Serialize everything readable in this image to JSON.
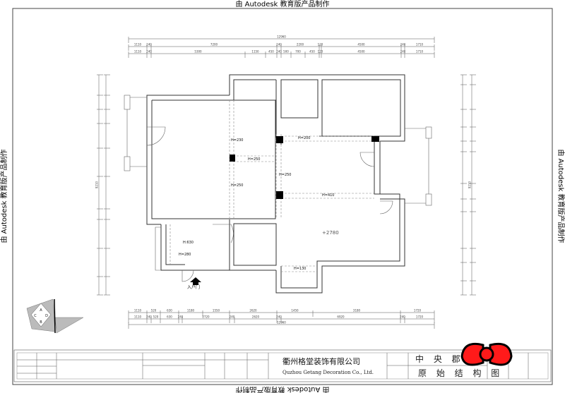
{
  "watermark": {
    "text": "由 Autodesk 教育版产品制作"
  },
  "dimensions": {
    "top_total": "12960",
    "top_row1": [
      "1110",
      "240",
      "7200",
      "240",
      "2200",
      "120",
      "4500",
      "240",
      "1710"
    ],
    "top_row2": [
      "1110",
      "240",
      "5300",
      "1150",
      "450",
      "240",
      "500",
      "700",
      "450",
      "120",
      "4500",
      "240",
      "1710"
    ],
    "bottom_row1": [
      "1110",
      "520",
      "630",
      "1180",
      "1550",
      "2620",
      "1450",
      "3180",
      "1720"
    ],
    "bottom_row2": [
      "1110",
      "240",
      "520",
      "630",
      "240",
      "2720",
      "240",
      "2620",
      "240",
      "6920",
      "240",
      "1720"
    ],
    "bottom_total": "12960",
    "left_total": "9210",
    "right_total": "9210"
  },
  "plan": {
    "beam_labels": [
      "H=230",
      "H=250",
      "H=250",
      "H=200",
      "H=250",
      "H=410",
      "H=130",
      "H=280"
    ],
    "room_label": "H:630",
    "elevation": "+2780",
    "entrance": "入户门"
  },
  "title_block": {
    "company_cn": "衢州格堂装饰有限公司",
    "company_en": "Quzhou Getang Decoration Co., Ltd.",
    "project": "中 央 郡",
    "drawing_title": "原 始 结 构 图"
  },
  "logo": {
    "letters": [
      "A",
      "B",
      "C",
      "D"
    ]
  },
  "colors": {
    "sticker_red": "#ff1a1a",
    "line": "#333333"
  }
}
